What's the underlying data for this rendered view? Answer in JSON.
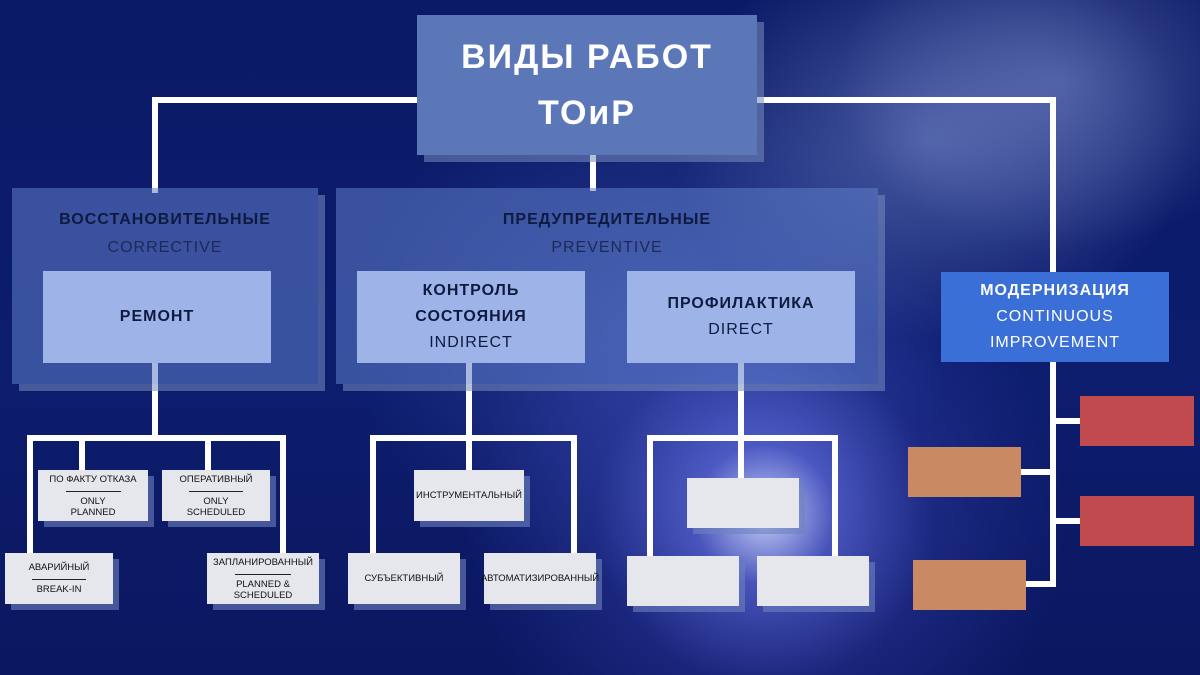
{
  "title": {
    "line1": "ВИДЫ РАБОТ",
    "line2": "ТОиР"
  },
  "groups": {
    "corrective": {
      "ru": "ВОССТАНОВИТЕЛЬНЫЕ",
      "en": "CORRECTIVE"
    },
    "preventive": {
      "ru": "ПРЕДУПРЕДИТЕЛЬНЫЕ",
      "en": "PREVENTIVE"
    }
  },
  "subs": {
    "repair": {
      "ru": "РЕМОНТ"
    },
    "condition": {
      "ru1": "КОНТРОЛЬ",
      "ru2": "СОСТОЯНИЯ",
      "en": "INDIRECT"
    },
    "prophylaxis": {
      "ru": "ПРОФИЛАКТИКА",
      "en": "DIRECT"
    },
    "modernization": {
      "ru": "МОДЕРНИЗАЦИЯ",
      "en1": "CONTINUOUS",
      "en2": "IMPROVEMENT"
    }
  },
  "leaves": {
    "by_failure": {
      "ru": "ПО ФАКТУ ОТКАЗА",
      "en1": "ONLY",
      "en2": "PLANNED"
    },
    "operative": {
      "ru": "ОПЕРАТИВНЫЙ",
      "en1": "ONLY",
      "en2": "SCHEDULED"
    },
    "emergency": {
      "ru": "АВАРИЙНЫЙ",
      "en": "BREAK-IN"
    },
    "scheduled": {
      "ru": "ЗАПЛАНИРОВАННЫЙ",
      "en": "PLANNED & SCHEDULED"
    },
    "instrumental": {
      "ru": "ИНСТРУМЕНТАЛЬНЫЙ"
    },
    "subjective": {
      "ru": "СУБЪЕКТИВНЫЙ"
    },
    "automated": {
      "ru": "АВТОМАТИЗИРОВАННЫЙ"
    }
  },
  "colors": {
    "background": "#0c1a66",
    "title_box": "#5b77b8",
    "sub_box": "#9eb4e8",
    "modernization_box": "#3b6fd8",
    "leaf_box": "#e6e7ec",
    "red_box": "#c04a4d",
    "orange_box": "#c98a63",
    "connector": "#ffffff"
  }
}
